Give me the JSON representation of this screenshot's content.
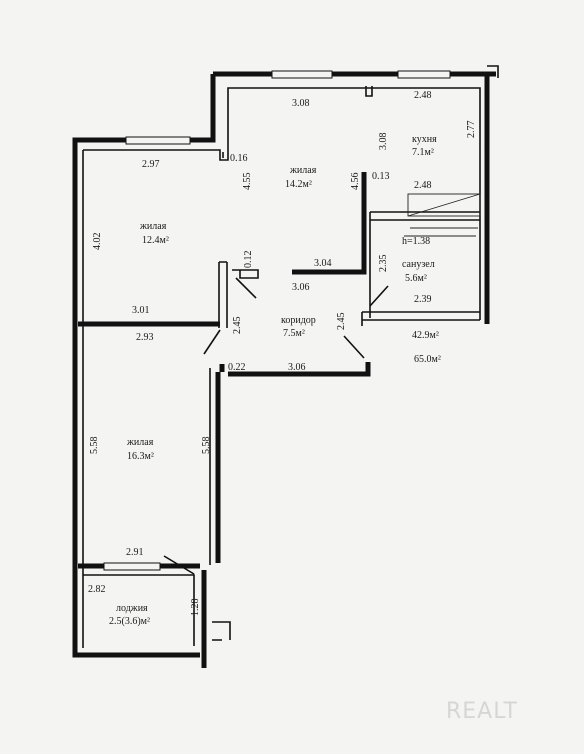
{
  "rooms": {
    "living_top_left": {
      "name": "жилая",
      "area": "12.4м²"
    },
    "living_center": {
      "name": "жилая",
      "area": "14.2м²"
    },
    "kitchen": {
      "name": "кухня",
      "area": "7.1м²"
    },
    "bathroom": {
      "name": "санузел",
      "area": "5.6м²"
    },
    "corridor": {
      "name": "коридор",
      "area": "7.5м²"
    },
    "living_bottom": {
      "name": "жилая",
      "area": "16.3м²"
    },
    "loggia": {
      "name": "лоджия",
      "area": "2.5(3.6)м²"
    }
  },
  "totals": {
    "living_area": "42.9м²",
    "total_area": "65.0м²"
  },
  "ceiling_height": "h=1.38",
  "dimensions": {
    "d308_top": "3.08",
    "d248_top": "2.48",
    "d277": "2.77",
    "d308_kitchen": "3.08",
    "d297": "2.97",
    "d016": "0.16",
    "d455": "4.55",
    "d456": "4.56",
    "d013": "0.13",
    "d248_mid": "2.48",
    "d402": "4.02",
    "d012": "0.12",
    "d304": "3.04",
    "d235": "2.35",
    "d306_mid": "3.06",
    "d239": "2.39",
    "d301": "3.01",
    "d293": "2.93",
    "d245_left": "2.45",
    "d245_right": "2.45",
    "d022": "0.22",
    "d306_low": "3.06",
    "d558_left": "5.58",
    "d558_right": "5.58",
    "d291": "2.91",
    "d282": "2.82",
    "d128": "1.28"
  },
  "watermark": "REALT"
}
